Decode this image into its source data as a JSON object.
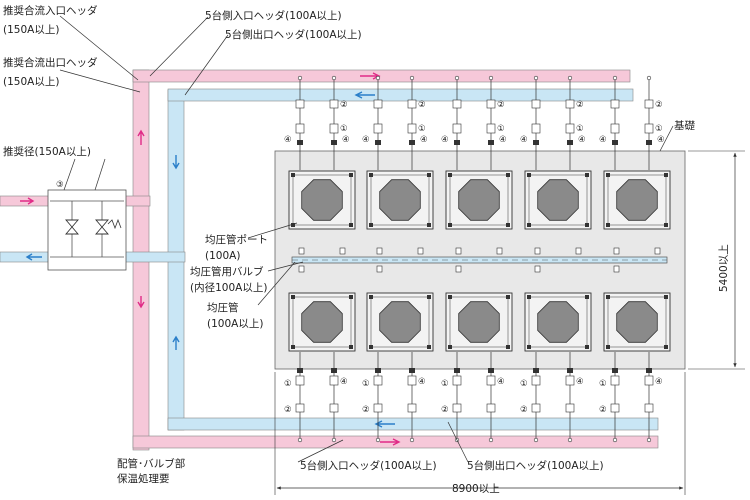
{
  "labels": {
    "recommended_inlet_header": "推奨合流入口ヘッダ",
    "recommended_inlet_size": "(150A以上)",
    "recommended_outlet_header": "推奨合流出口ヘッダ",
    "recommended_outlet_size": "(150A以上)",
    "recommended_diameter": "推奨径(150A以上)",
    "top_inlet_header": "5台側入口ヘッダ(100A以上)",
    "top_outlet_header": "5台側出口ヘッダ(100A以上)",
    "foundation": "基礎",
    "equalizer_port": "均圧管ポート",
    "equalizer_port_size": "(100A)",
    "equalizer_valve": "均圧管用バルブ",
    "equalizer_valve_size": "(内径100A以上)",
    "equalizer_pipe": "均圧管",
    "equalizer_pipe_size": "(100A以上)",
    "insulation_note_1": "配管･バルブ部",
    "insulation_note_2": "保温処理要",
    "bottom_inlet_header": "5台側入口ヘッダ(100A以上)",
    "bottom_outlet_header": "5台側出口ヘッダ(100A以上)",
    "width_dim": "8900以上",
    "depth_dim": "5400以上",
    "mark_1": "①",
    "mark_2": "②",
    "mark_3": "③",
    "mark_4": "④"
  },
  "colors": {
    "inlet_pipe": "#f6c8d9",
    "outlet_pipe": "#c9e6f5",
    "inlet_arrow": "#e02b87",
    "outlet_arrow": "#2b7fc9",
    "foundation": "#e8e8e8",
    "unit_body": "#f3f3f3",
    "unit_core": "#8a8a8a",
    "line": "#333333"
  }
}
